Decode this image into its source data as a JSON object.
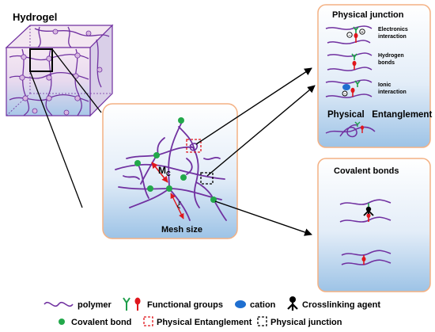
{
  "hydrogel_title": "Hydrogel",
  "physical_junction_panel": {
    "title": "Physical junction",
    "items": [
      "Electronics interaction",
      "Hydrogen bonds",
      "Ionic interaction"
    ],
    "entanglement_title": "Physical   Entanglement"
  },
  "covalent_panel": {
    "title": "Covalent bonds"
  },
  "mesh": {
    "mc_label": "M",
    "mc_sub": "C",
    "xi_label": "ξ",
    "size_label": "Mesh size"
  },
  "legend": {
    "polymer": "polymer",
    "functional_groups": "Functional groups",
    "cation": "cation",
    "crosslinking_agent": "Crosslinking agent",
    "covalent_bond": "Covalent bond",
    "physical_entanglement": "Physical Entanglement",
    "physical_junction": "Physical junction"
  },
  "colors": {
    "polymer": "#7030a0",
    "covalent_node": "#22a84a",
    "functional_red": "#e0161c",
    "functional_green": "#1e9e4a",
    "cation": "#1f6fd0",
    "panel_border": "#f4b183",
    "panel_top": "#ffffff",
    "panel_bottom": "#9dc3e6"
  }
}
